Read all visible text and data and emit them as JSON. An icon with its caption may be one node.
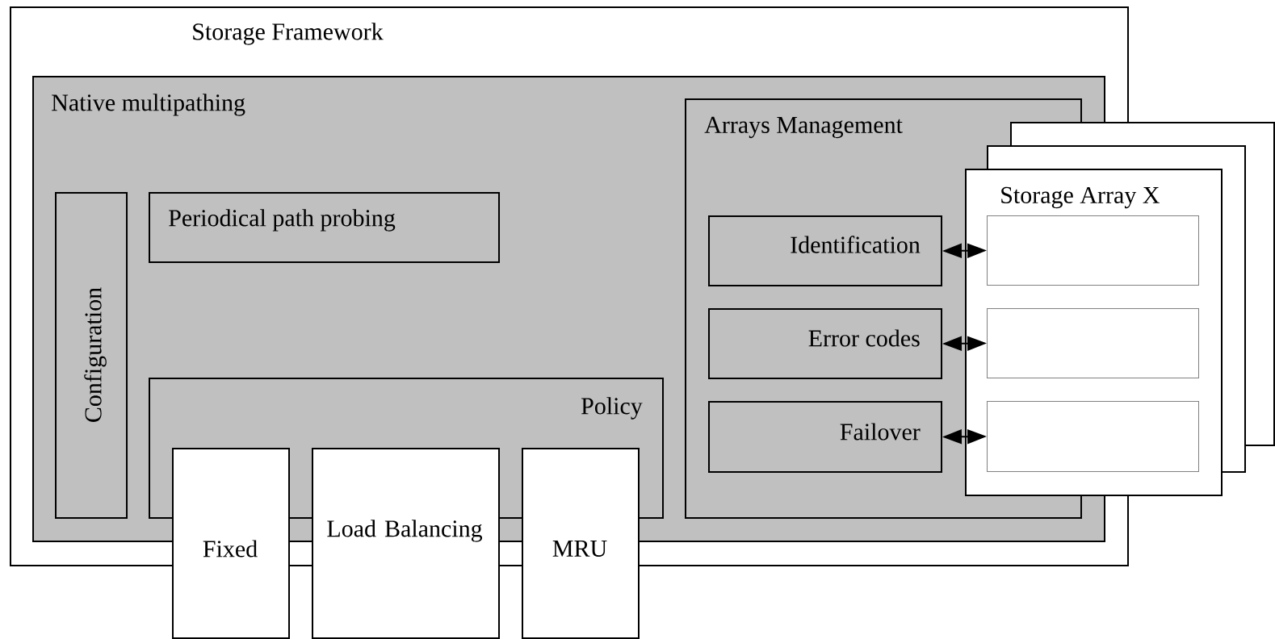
{
  "diagram": {
    "nodes": [
      {
        "text": [
          "Storage Framework"
        ]
      },
      {
        "text": [
          "Native multipathing"
        ],
        "in": 0
      },
      {
        "text": [
          "Configuration"
        ],
        "in": 1
      },
      {
        "text": [
          "Periodical path probing"
        ],
        "in": 1
      },
      {
        "text": [
          "Policy"
        ],
        "in": 1
      },
      {
        "text": [
          "Fixed"
        ]
      },
      {
        "text": [
          "Load Balancing"
        ]
      },
      {
        "text": [
          "MRU"
        ]
      },
      {
        "text": [
          "Arrays Management"
        ],
        "in": 1
      },
      {
        "text": [
          "Identification"
        ],
        "in": 8
      },
      {
        "text": [
          "Error codes"
        ],
        "in": 8
      },
      {
        "text": [
          "Failover"
        ],
        "in": 8
      },
      {
        "text": [],
        "shape": "box"
      },
      {
        "text": [],
        "shape": "box"
      },
      {
        "text": [
          "Storage Array X"
        ]
      },
      {
        "text": [],
        "shape": "box",
        "in": 14
      },
      {
        "text": [],
        "shape": "box",
        "in": 14
      },
      {
        "text": [],
        "shape": "box",
        "in": 14
      }
    ],
    "edges": [
      {
        "from": 9,
        "to": 15,
        "arrow": "both"
      },
      {
        "from": 10,
        "to": 16,
        "arrow": "both"
      },
      {
        "from": 11,
        "to": 17,
        "arrow": "both"
      }
    ]
  }
}
